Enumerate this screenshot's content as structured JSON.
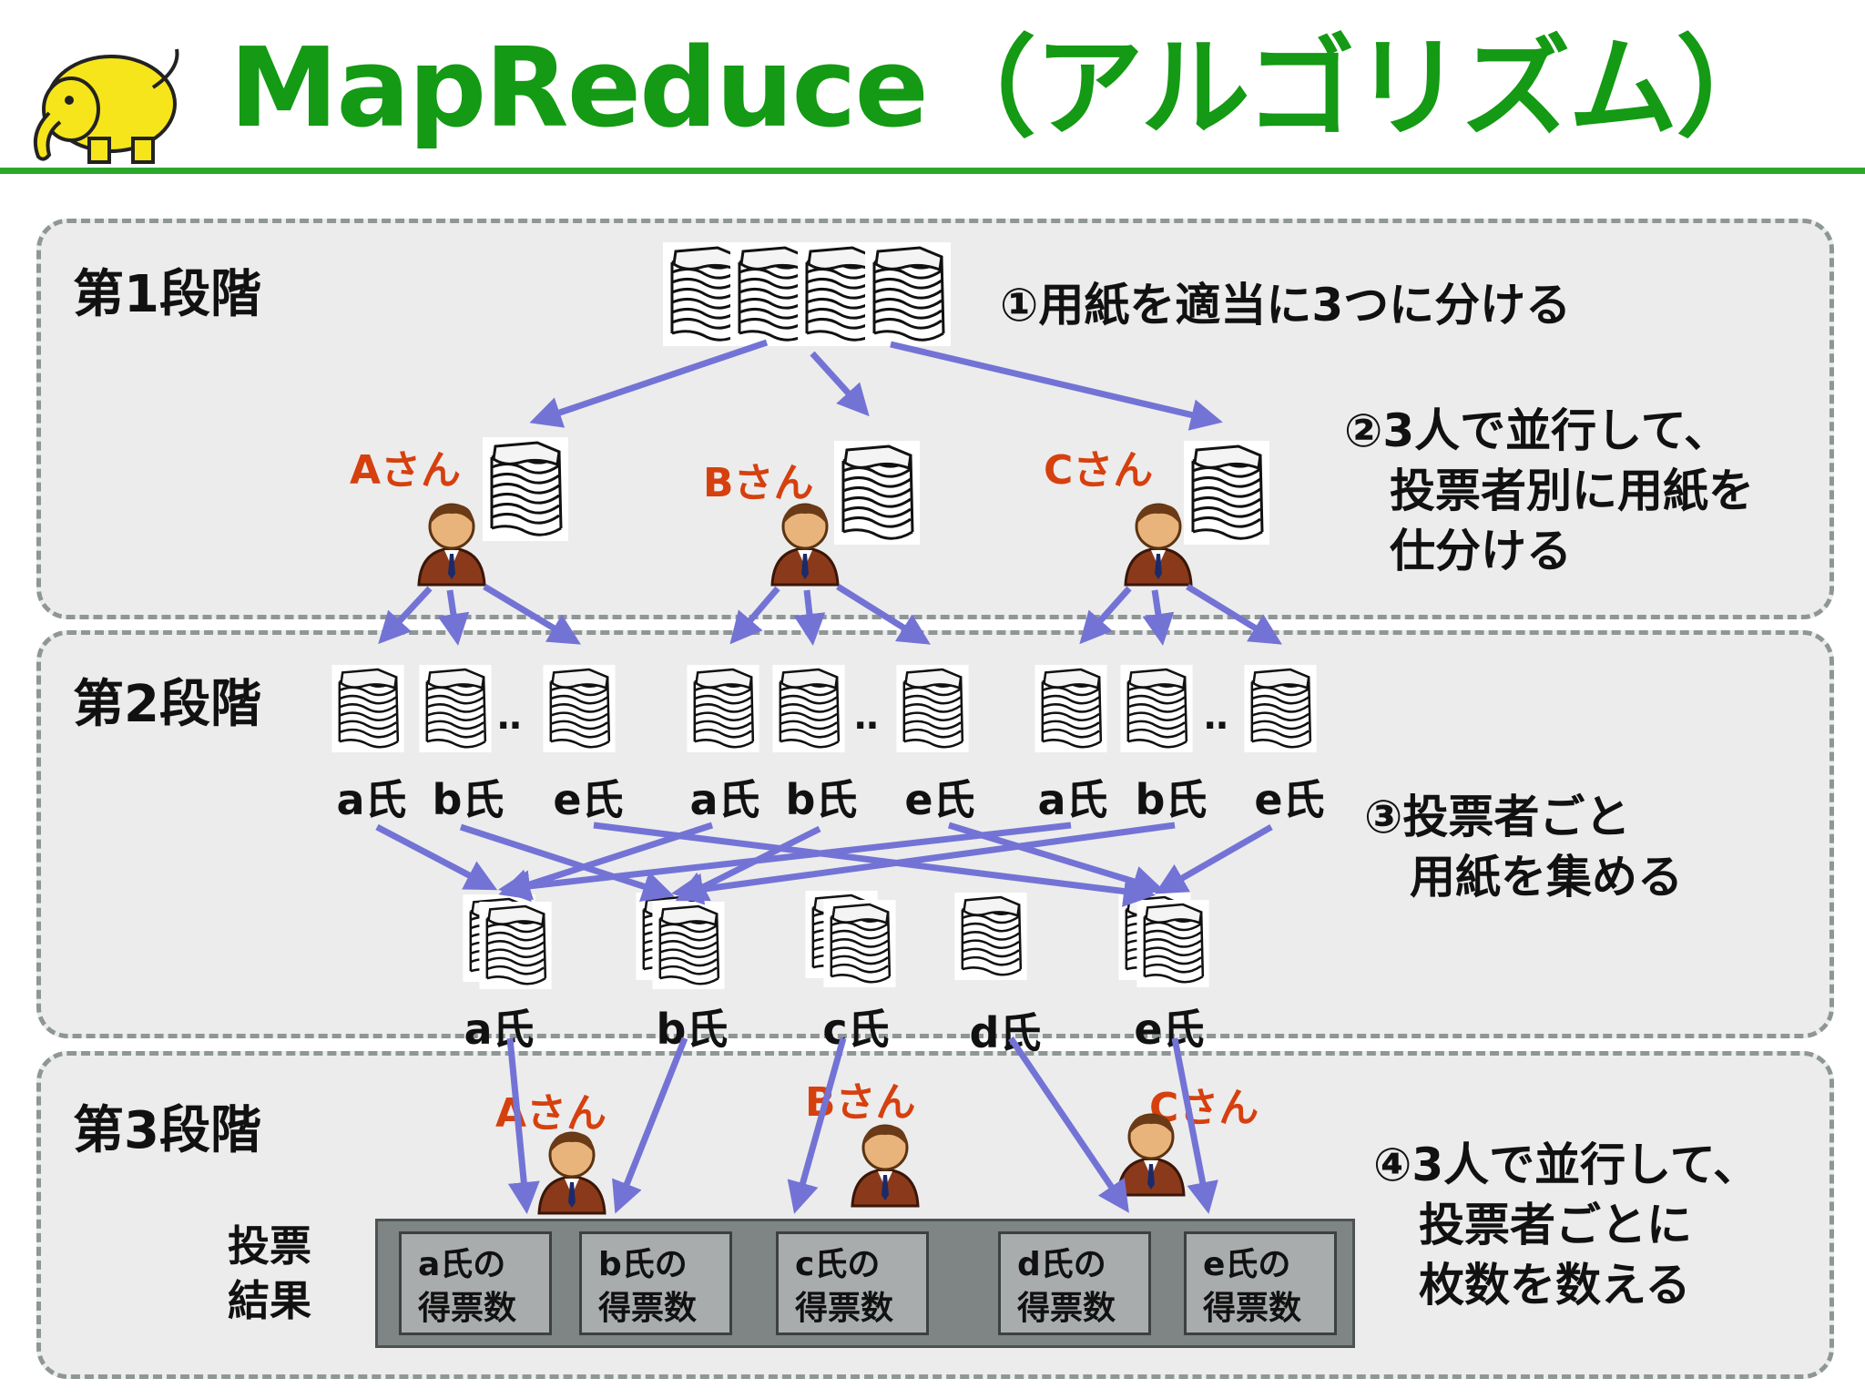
{
  "title": "MapReduce（アルゴリズム）",
  "logo_icon": "hadoop-elephant-icon",
  "stages": {
    "s1": "第1段階",
    "s2": "第2段階",
    "s3": "第3段階"
  },
  "notes": {
    "n1": "①用紙を適当に3つに分ける",
    "n2": [
      "②3人で並行して、",
      "　投票者別に用紙を",
      "　仕分ける"
    ],
    "n3": [
      "③投票者ごと",
      "　用紙を集める"
    ],
    "n4": [
      "④3人で並行して、",
      "　投票者ごとに",
      "　枚数を数える"
    ]
  },
  "workers": [
    "Aさん",
    "Bさん",
    "Cさん"
  ],
  "sorted_labels": [
    "a氏",
    "b氏",
    "e氏"
  ],
  "ellipsis": "‥",
  "collected_labels": [
    "a氏",
    "b氏",
    "c氏",
    "d氏",
    "e氏"
  ],
  "result": {
    "label": [
      "投票",
      "結果"
    ],
    "boxes": [
      [
        "a氏の",
        "得票数"
      ],
      [
        "b氏の",
        "得票数"
      ],
      [
        "c氏の",
        "得票数"
      ],
      [
        "d氏の",
        "得票数"
      ],
      [
        "e氏の",
        "得票数"
      ]
    ]
  },
  "colors": {
    "title": "#149a14",
    "arrow": "#7373d6",
    "worker_label": "#d6400e",
    "panel": "#ececec"
  }
}
